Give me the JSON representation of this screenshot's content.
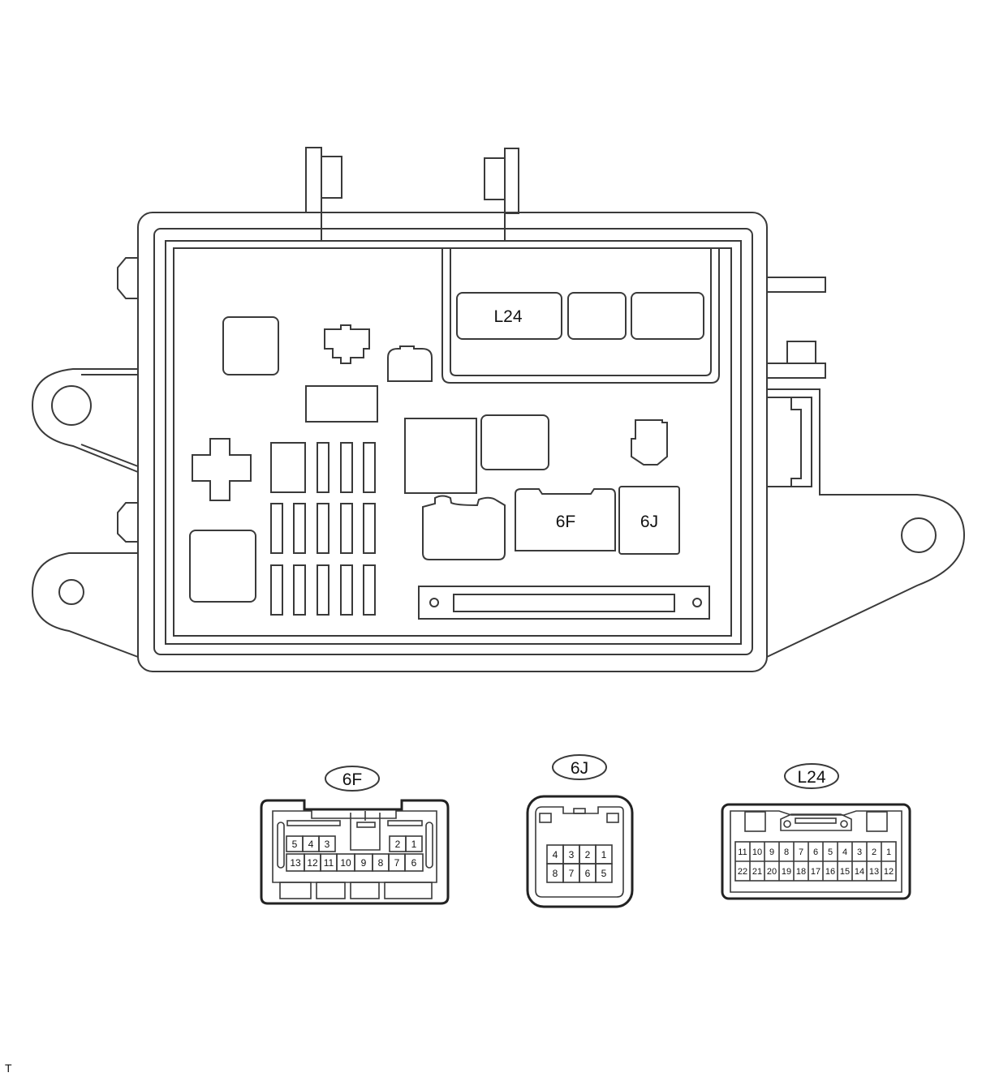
{
  "box_labels": {
    "l24": "L24",
    "f6": "6F",
    "j6": "6J"
  },
  "connectors": {
    "f6": {
      "label": "6F",
      "top_row": [
        "5",
        "4",
        "3",
        "2",
        "1"
      ],
      "bottom_row": [
        "13",
        "12",
        "11",
        "10",
        "9",
        "8",
        "7",
        "6"
      ]
    },
    "j6": {
      "label": "6J",
      "top_row": [
        "4",
        "3",
        "2",
        "1"
      ],
      "bottom_row": [
        "8",
        "7",
        "6",
        "5"
      ]
    },
    "l24": {
      "label": "L24",
      "top_row": [
        "11",
        "10",
        "9",
        "8",
        "7",
        "6",
        "5",
        "4",
        "3",
        "2",
        "1"
      ],
      "bottom_row": [
        "22",
        "21",
        "20",
        "19",
        "18",
        "17",
        "16",
        "15",
        "14",
        "13",
        "12"
      ]
    }
  },
  "footer_mark": "T"
}
